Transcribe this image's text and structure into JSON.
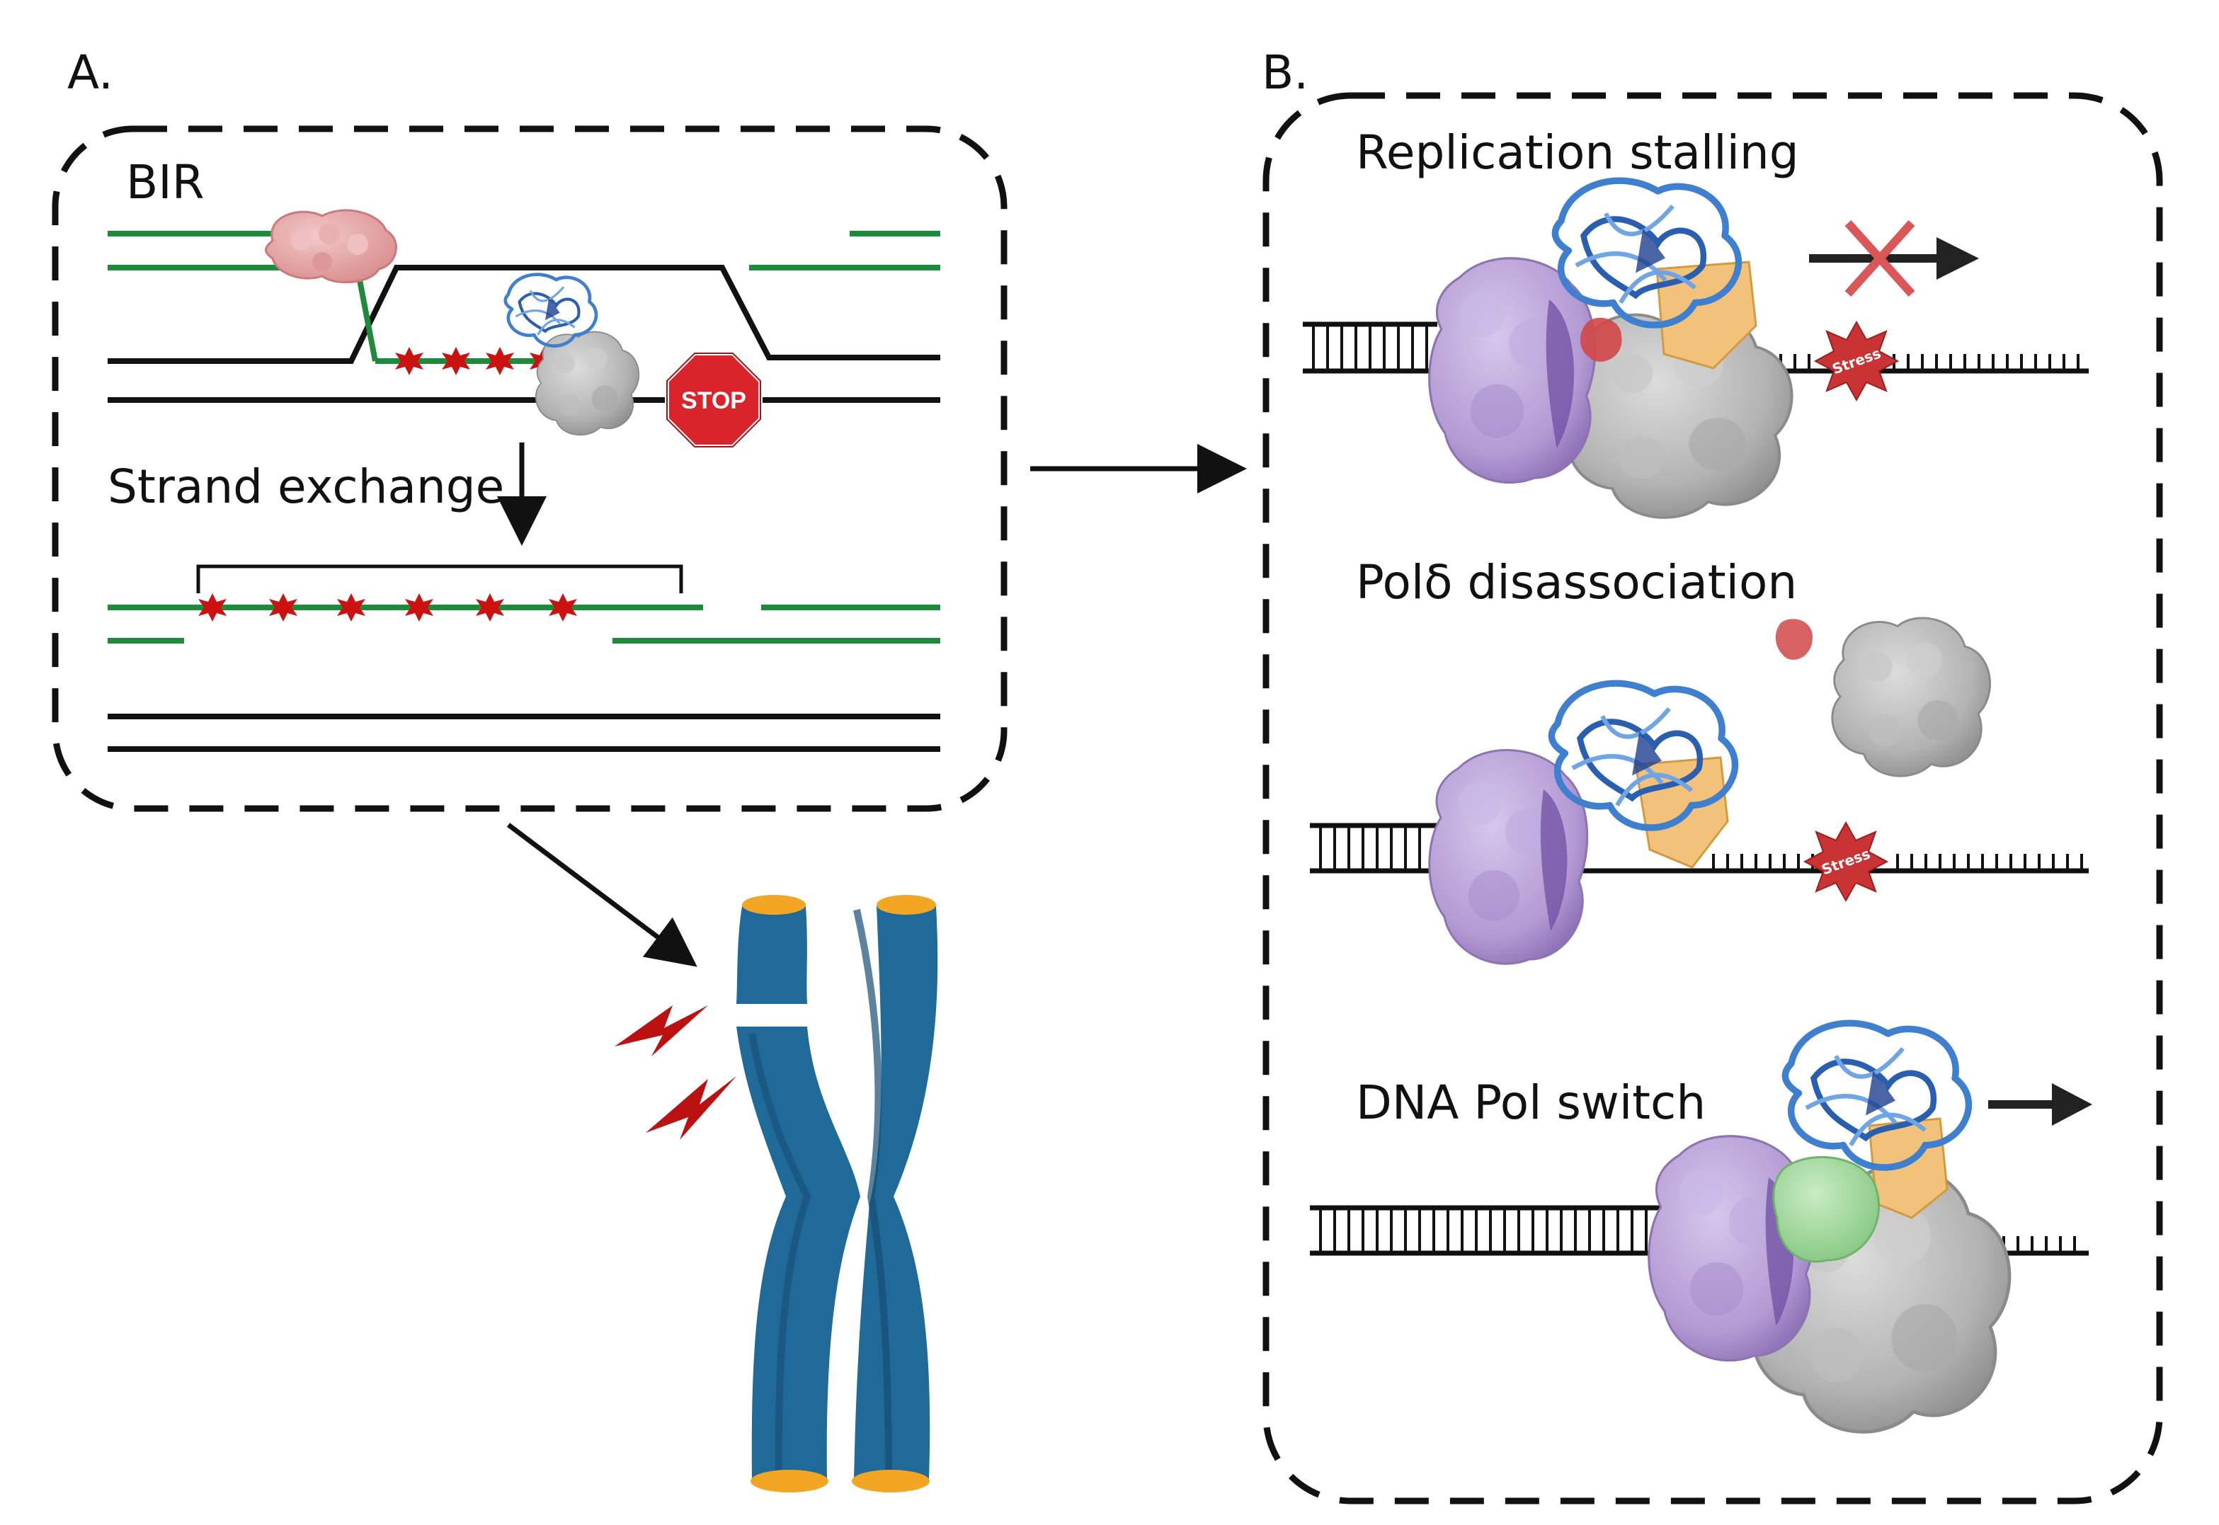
{
  "panel_a": {
    "letter": "A.",
    "title": "BIR",
    "step_label": "Strand exchange",
    "stop_sign_text": "STOP"
  },
  "panel_b": {
    "letter": "B.",
    "stages": [
      {
        "label": "Replication stalling",
        "stress_text": "Stress"
      },
      {
        "label": "Polδ disassociation",
        "stress_text": "Stress"
      },
      {
        "label": "DNA Pol switch"
      }
    ]
  },
  "colors": {
    "dna_green": "#1f8a3c",
    "dna_black": "#111111",
    "lesion_red": "#cc1111",
    "chromosome_blue": "#1f6a99",
    "telomere_orange": "#f3a623",
    "pcna_purple": "#b8a3d6",
    "polymerase_grey": "#b5b5b5",
    "helicase_blue": "#3f7fcf",
    "subunit_orange": "#f2c27a",
    "tls_pol_green": "#9dd69a",
    "stop_red": "#d9242c"
  }
}
